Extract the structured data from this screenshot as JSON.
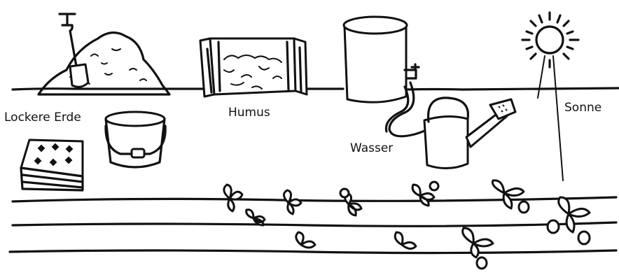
{
  "labels": {
    "loose_soil": "Lockere Erde",
    "humus": "Humus",
    "water": "Wasser",
    "sun": "Sonne"
  },
  "colors": {
    "ink": "#111111",
    "background": "#ffffff"
  }
}
